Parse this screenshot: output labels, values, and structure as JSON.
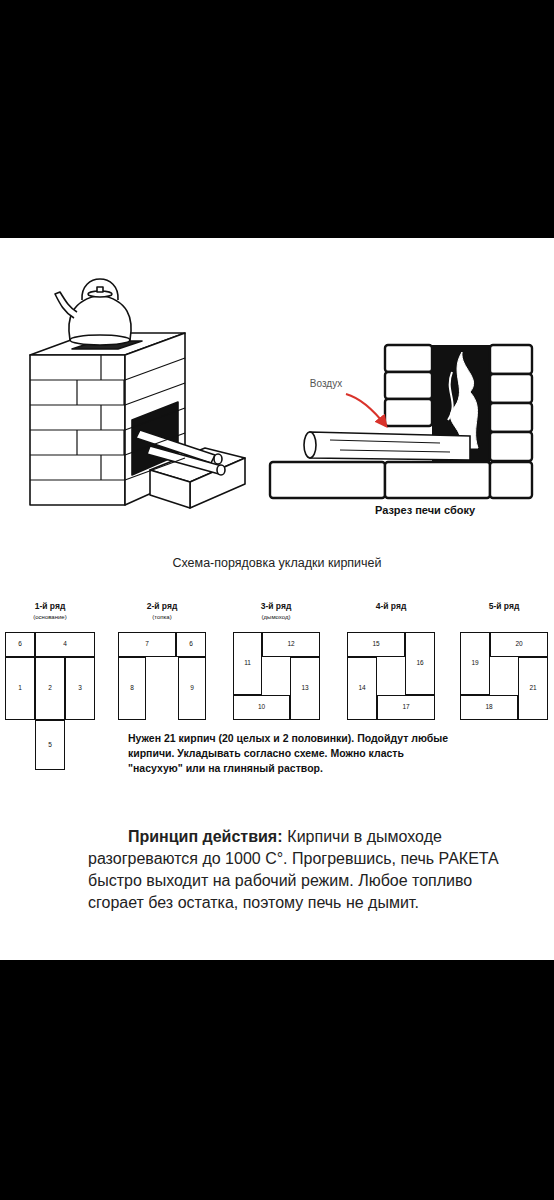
{
  "diagram": {
    "title": "Схема-порядовка укладки кирпичей",
    "nodes": [
      {
        "text": [
          "6"
        ]
      },
      {
        "text": [
          "4"
        ]
      },
      {
        "text": [
          "1"
        ]
      },
      {
        "text": [
          "2"
        ]
      },
      {
        "text": [
          "3"
        ]
      },
      {
        "text": [
          "5"
        ]
      },
      {
        "text": [
          "7"
        ]
      },
      {
        "text": [
          "6"
        ]
      },
      {
        "text": [
          "8"
        ]
      },
      {
        "text": [
          "9"
        ]
      },
      {
        "text": [
          "11"
        ]
      },
      {
        "text": [
          "12"
        ]
      },
      {
        "text": [
          "13"
        ]
      },
      {
        "text": [
          "10"
        ]
      },
      {
        "text": [
          "15"
        ]
      },
      {
        "text": [
          "16"
        ]
      },
      {
        "text": [
          "14"
        ]
      },
      {
        "text": [
          "17"
        ]
      },
      {
        "text": [
          "19"
        ]
      },
      {
        "text": [
          "20"
        ]
      },
      {
        "text": [
          "21"
        ]
      },
      {
        "text": [
          "18"
        ]
      }
    ],
    "labels": [
      "Воздух",
      "Разрез печи сбоку",
      "1-й ряд",
      "(основание)",
      "2-й ряд",
      "(топка)",
      "3-й ряд",
      "(дымоход)",
      "4-й ряд",
      "5-й ряд",
      "Нужен 21 кирпич (20 целых и 2 половинки). Подойдут любые кирпичи. Укладывать согласно схеме. Можно класть \"насухую\" или на глиняный раствор.",
      "Принцип действия:",
      "Кирпичи в дымоходе разогреваются до 1000 С°. Прогревшись, печь РАКЕТА быстро выходит на рабочий режим. Любое топливо сгорает без остатка, поэтому печь не дымит."
    ]
  }
}
